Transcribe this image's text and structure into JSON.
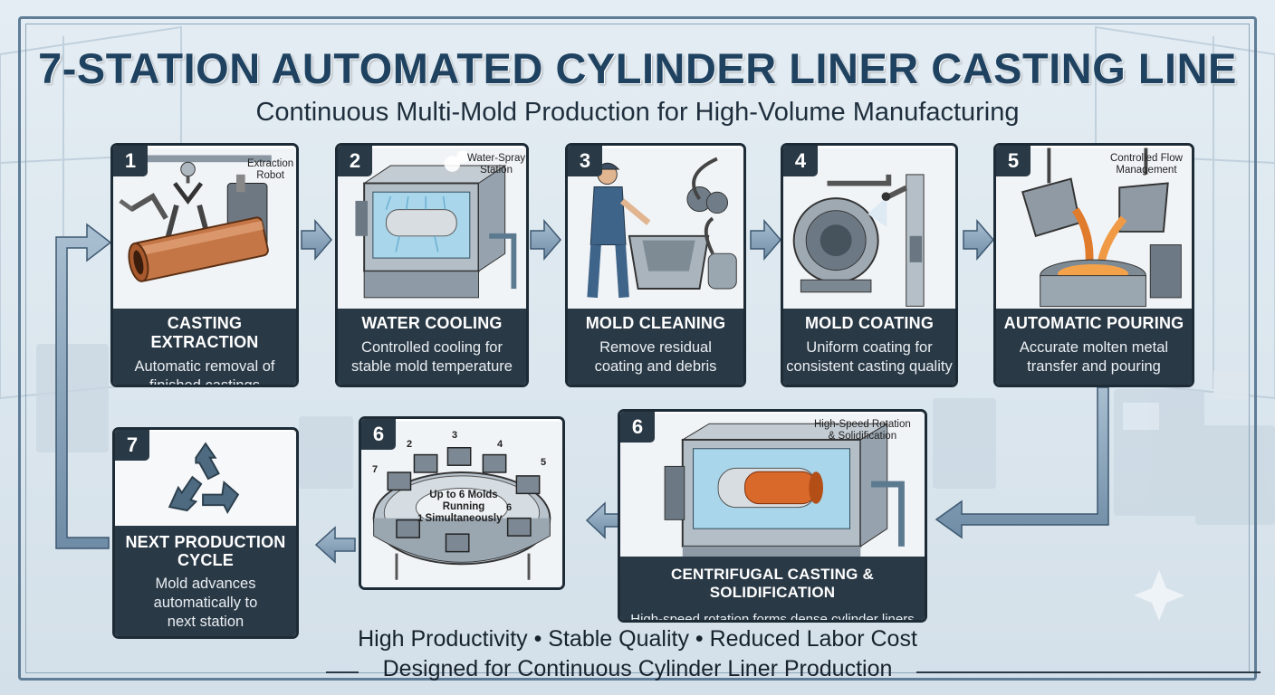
{
  "header": {
    "title": "7-STATION AUTOMATED CYLINDER LINER CASTING LINE",
    "subtitle": "Continuous Multi-Mold Production for High-Volume Manufacturing"
  },
  "stations": [
    {
      "num": "1",
      "title": "CASTING EXTRACTION",
      "desc1": "Automatic removal of",
      "desc2": "finished castings",
      "callout1": "Extraction",
      "callout2": "Robot"
    },
    {
      "num": "2",
      "title": "WATER COOLING",
      "desc1": "Controlled cooling for",
      "desc2": "stable mold temperature",
      "callout1": "Water-Spray",
      "callout2": "Station"
    },
    {
      "num": "3",
      "title": "MOLD CLEANING",
      "desc1": "Remove residual",
      "desc2": "coating and debris"
    },
    {
      "num": "4",
      "title": "MOLD COATING",
      "desc1": "Uniform coating for",
      "desc2": "consistent casting quality"
    },
    {
      "num": "5",
      "title": "AUTOMATIC POURING",
      "desc1": "Accurate molten metal",
      "desc2": "transfer and pouring",
      "callout1": "Controlled Flow",
      "callout2": "Management"
    },
    {
      "num": "6",
      "title": "CENTRIFUGAL CASTING & SOLIDIFICATION",
      "desc1": "High-speed rotation forms dense cylinder liners",
      "callout1": "High-Speed Rotation",
      "callout2": "& Solidification"
    },
    {
      "num": "7",
      "title1": "NEXT PRODUCTION",
      "title2": "CYCLE",
      "desc1": "Mold advances",
      "desc2": "automatically to",
      "desc3": "next station"
    }
  ],
  "carousel": {
    "num": "6",
    "center1": "Up to 6 Molds",
    "center2": "Running",
    "center3": "Simultaneously",
    "molds": [
      "1",
      "2",
      "3",
      "4",
      "5",
      "6",
      "7"
    ]
  },
  "footer": {
    "line1": "High Productivity • Stable Quality • Reduced Labor Cost",
    "line2": "Designed for Continuous Cylinder Liner Production"
  },
  "colors": {
    "title": "#1f4261",
    "card_footer": "#2a3946",
    "arrow": "#7b97b0",
    "frame": "#5f7d96"
  }
}
